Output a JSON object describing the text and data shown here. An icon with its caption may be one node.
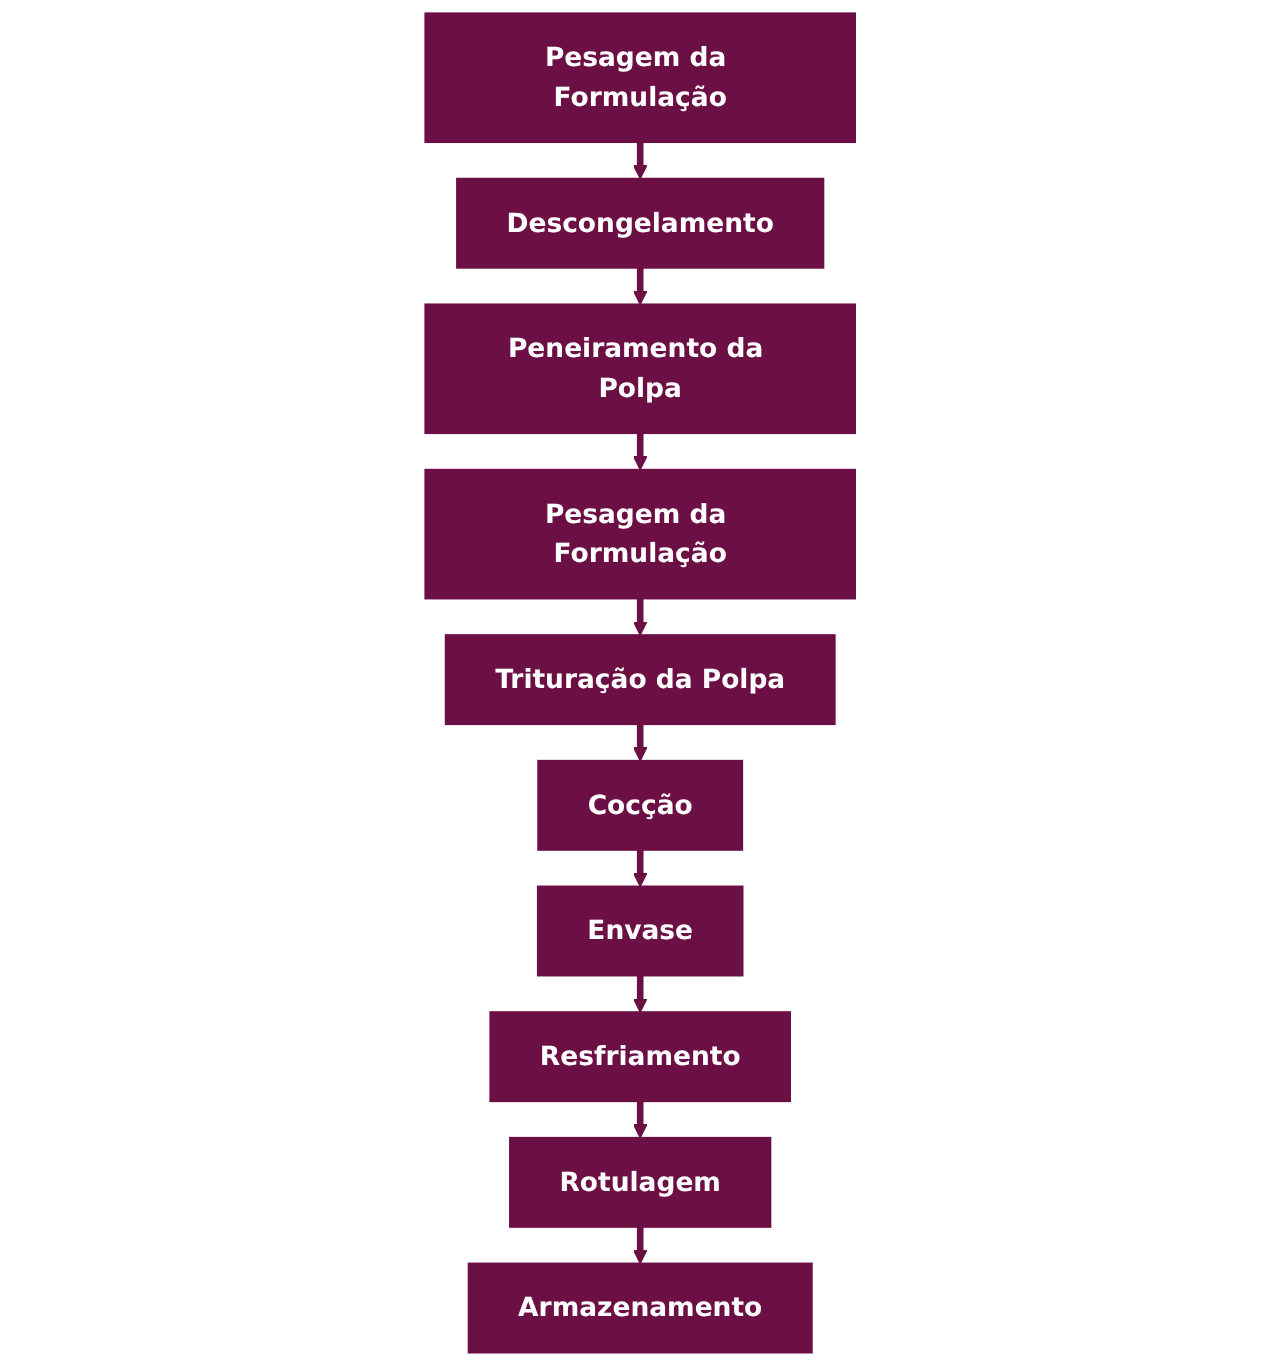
{
  "diagram": {
    "nodes": [
      {
        "text": [
          "Pesagem da Formulação"
        ]
      },
      {
        "text": [
          "Descongelamento"
        ]
      },
      {
        "text": [
          "Peneiramento da Polpa"
        ]
      },
      {
        "text": [
          "Pesagem da Formulação"
        ]
      },
      {
        "text": [
          "Trituração da Polpa"
        ]
      },
      {
        "text": [
          "Cocção"
        ]
      },
      {
        "text": [
          "Envase"
        ]
      },
      {
        "text": [
          "Resfriamento"
        ]
      },
      {
        "text": [
          "Rotulagem"
        ]
      },
      {
        "text": [
          "Armazenamento"
        ]
      }
    ],
    "edges": [
      {
        "from": 0,
        "to": 1,
        "arrow": "to"
      },
      {
        "from": 1,
        "to": 2,
        "arrow": "to"
      },
      {
        "from": 2,
        "to": 3,
        "arrow": "to"
      },
      {
        "from": 3,
        "to": 4,
        "arrow": "to"
      },
      {
        "from": 4,
        "to": 5,
        "arrow": "to"
      },
      {
        "from": 5,
        "to": 6,
        "arrow": "to"
      },
      {
        "from": 6,
        "to": 7,
        "arrow": "to"
      },
      {
        "from": 7,
        "to": 8,
        "arrow": "to"
      },
      {
        "from": 8,
        "to": 9,
        "arrow": "to"
      }
    ]
  }
}
